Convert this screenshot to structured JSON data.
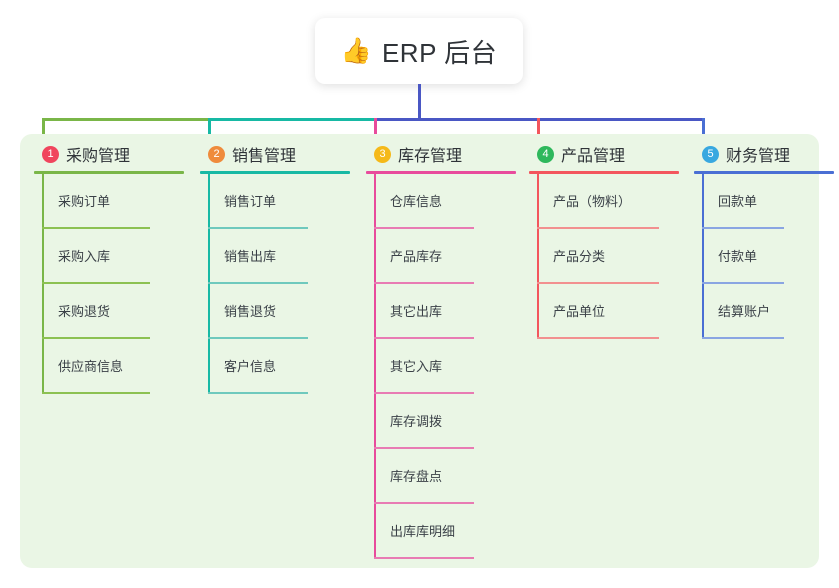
{
  "title": {
    "icon": "thumbs-up-icon",
    "emoji": "👍",
    "text": "ERP 后台"
  },
  "colors": {
    "panel_bg": "#eaf6e5",
    "card_bg": "#ffffff",
    "trunk": "#4a57c4",
    "bar_green": "#7ab648",
    "bar_teal": "#17b9a4",
    "bar_blue": "#4a57c4"
  },
  "columns": [
    {
      "number": "1",
      "title": "采购管理",
      "badge_color": "#f0455d",
      "line_color": "#7ab648",
      "rule_color": "#8cc152",
      "items": [
        "采购订单",
        "采购入库",
        "采购退货",
        "供应商信息"
      ]
    },
    {
      "number": "2",
      "title": "销售管理",
      "badge_color": "#ef8b3c",
      "line_color": "#17b9a4",
      "rule_color": "#6fc9bd",
      "items": [
        "销售订单",
        "销售出库",
        "销售退货",
        "客户信息"
      ]
    },
    {
      "number": "3",
      "title": "库存管理",
      "badge_color": "#f5b919",
      "line_color": "#e84b9c",
      "rule_color": "#e87bb3",
      "items": [
        "仓库信息",
        "产品库存",
        "其它出库",
        "其它入库",
        "库存调拨",
        "库存盘点",
        "出库库明细"
      ]
    },
    {
      "number": "4",
      "title": "产品管理",
      "badge_color": "#2eb85c",
      "line_color": "#f3565d",
      "rule_color": "#f2908f",
      "items": [
        "产品（物料）",
        "产品分类",
        "产品单位"
      ]
    },
    {
      "number": "5",
      "title": "财务管理",
      "badge_color": "#38a8e0",
      "line_color": "#4a6fd4",
      "rule_color": "#8aa5e2",
      "items": [
        "回款单",
        "付款单",
        "结算账户"
      ]
    }
  ]
}
